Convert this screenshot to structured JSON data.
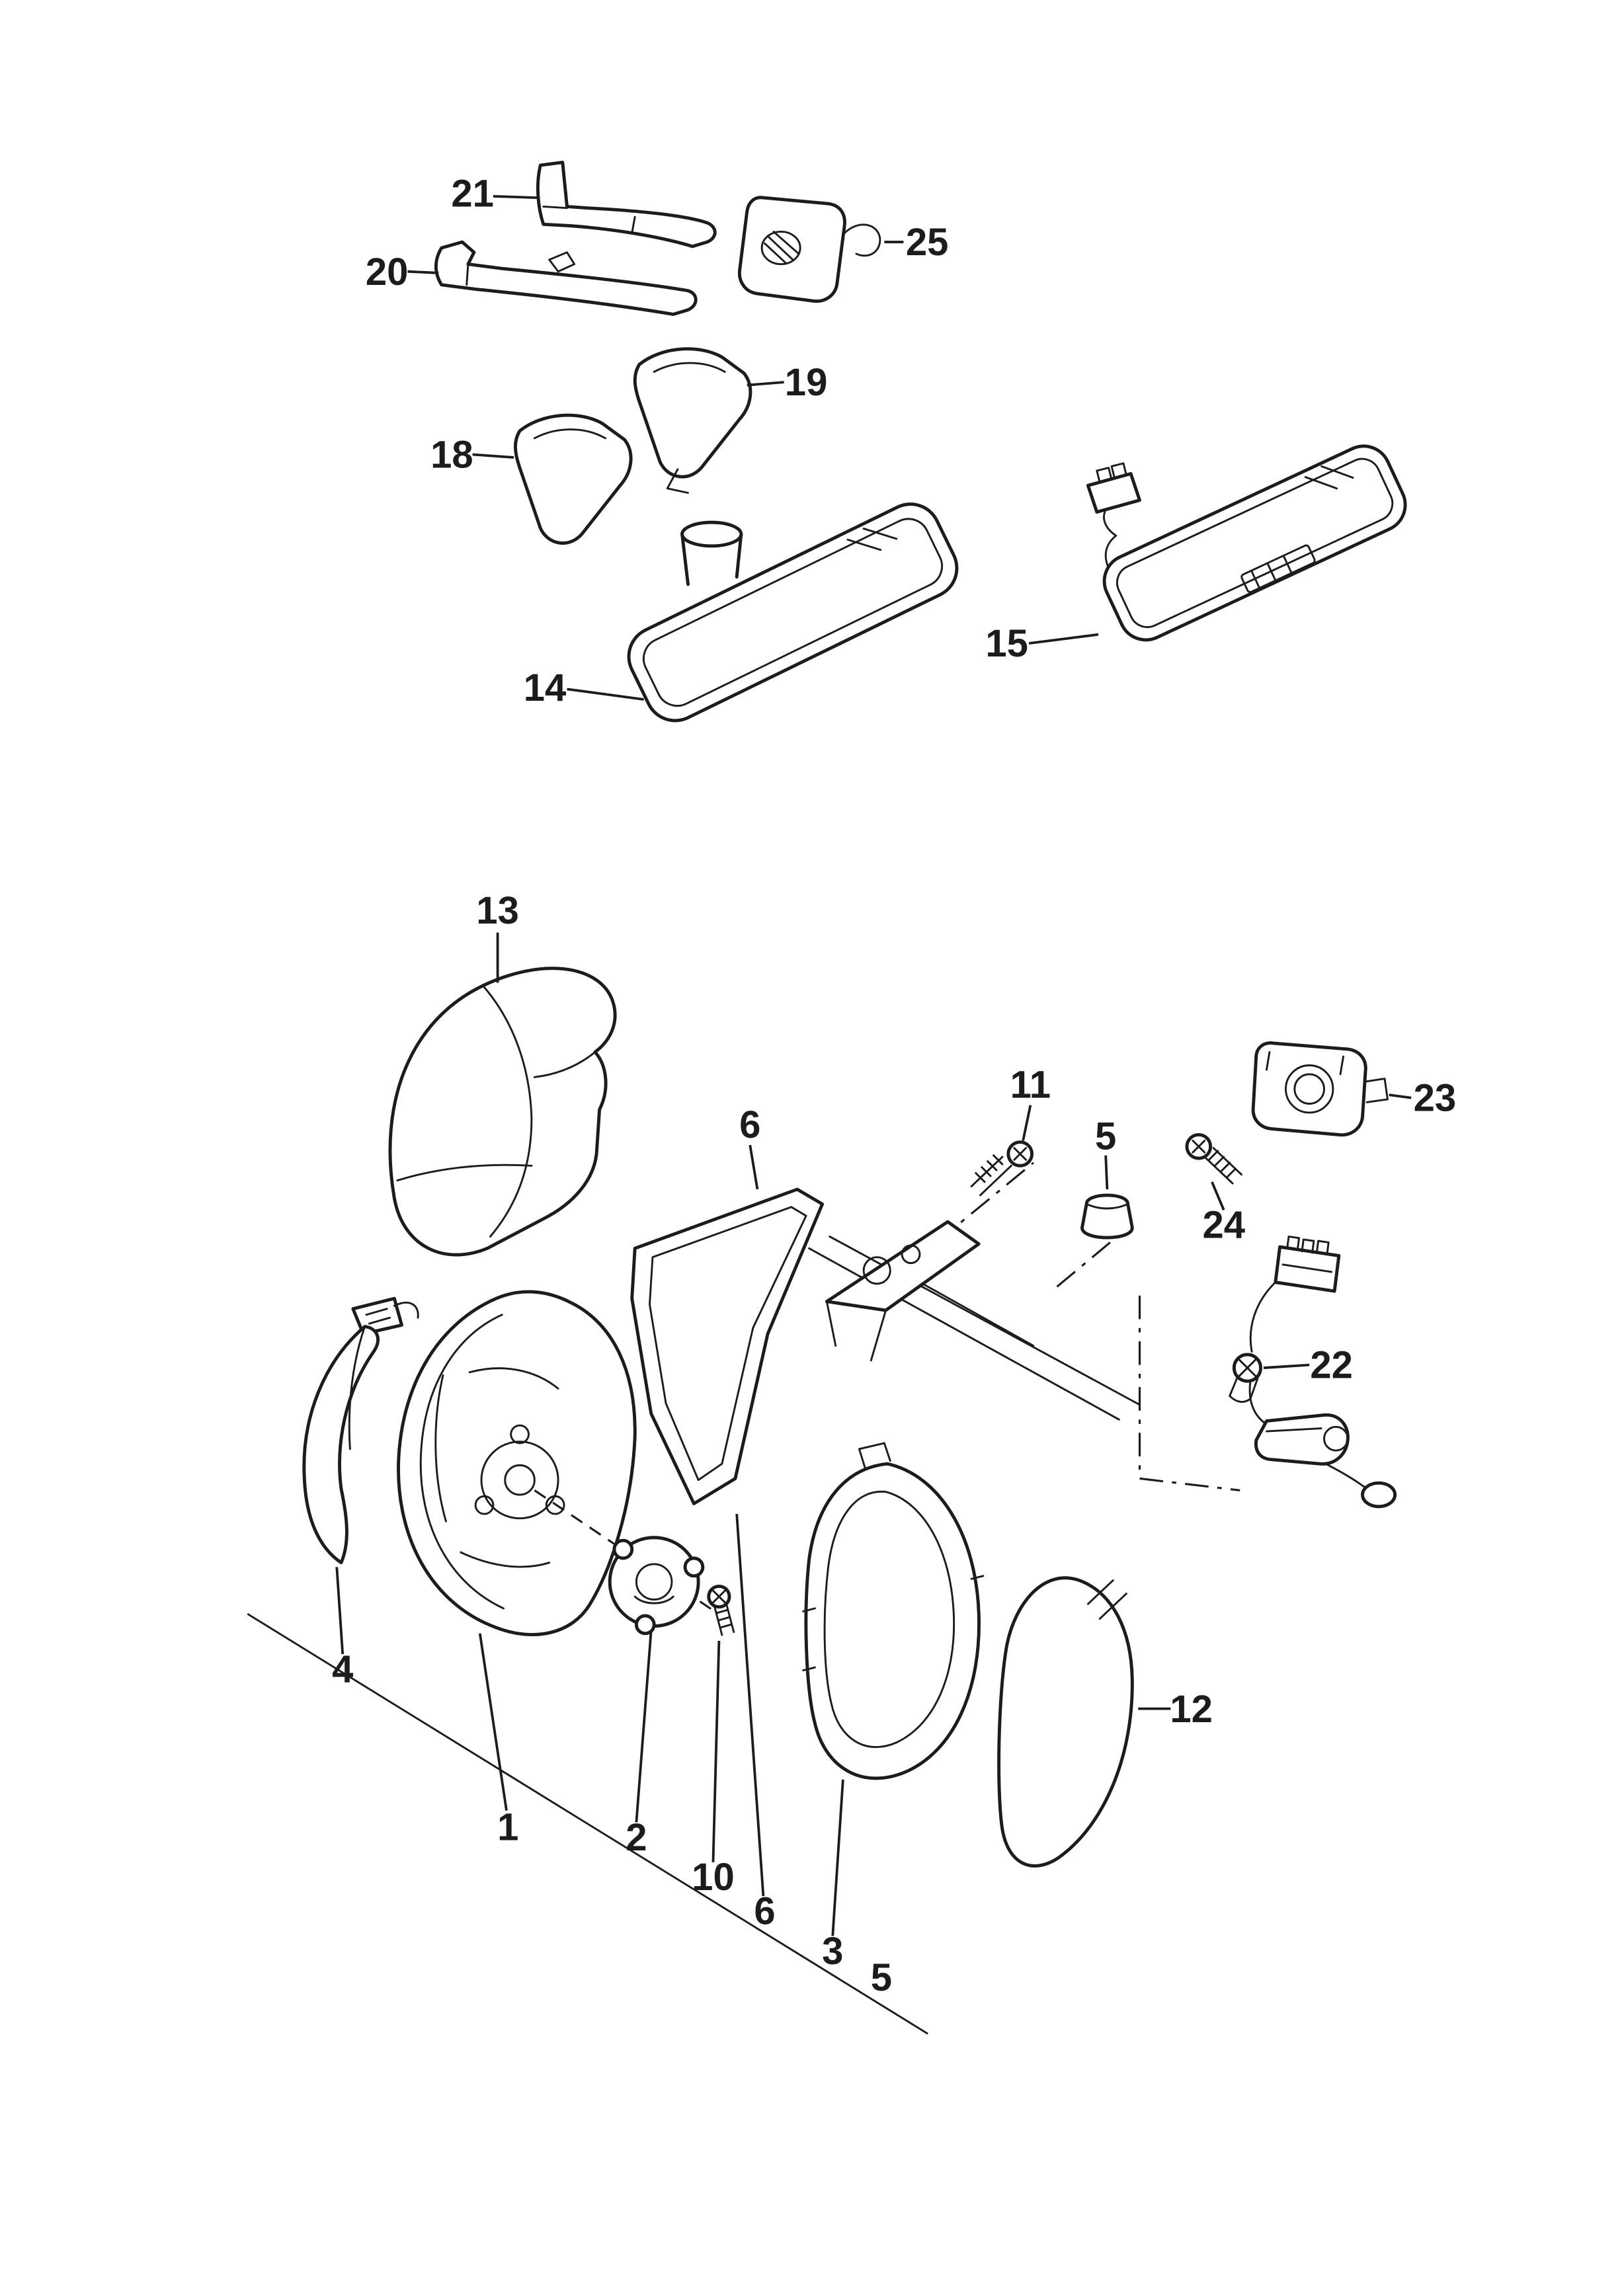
{
  "page": {
    "background": "#ffffff",
    "ink": "#1c1c1c"
  },
  "diagram": {
    "type": "exploded-parts-diagram",
    "subject": "interior-and-exterior-mirror-assembly",
    "callouts": {
      "c21": "21",
      "c20": "20",
      "c25": "25",
      "c19": "19",
      "c18": "18",
      "c14": "14",
      "c15": "15",
      "c13": "13",
      "c6a": "6",
      "c11": "11",
      "c5a": "5",
      "c23": "23",
      "c24": "24",
      "c22": "22",
      "c4": "4",
      "c1": "1",
      "c2": "2",
      "c10": "10",
      "c6b": "6",
      "c3": "3",
      "c5b": "5",
      "c12": "12"
    }
  }
}
